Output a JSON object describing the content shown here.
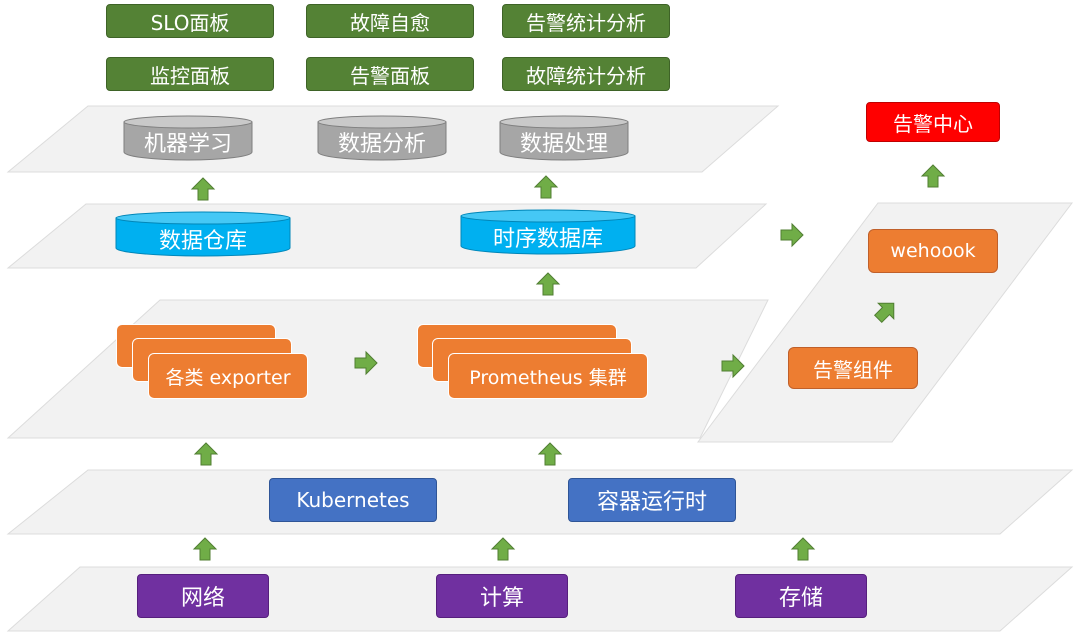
{
  "top_row1": [
    "SLO面板",
    "故障自愈",
    "告警统计分析"
  ],
  "top_row2": [
    "监控面板",
    "告警面板",
    "故障统计分析"
  ],
  "analysis_layer": [
    "机器学习",
    "数据分析",
    "数据处理"
  ],
  "storage_layer": [
    "数据仓库",
    "时序数据库"
  ],
  "collection_layer": {
    "exporter": "各类 exporter",
    "prometheus": "Prometheus 集群"
  },
  "alert_path": {
    "component": "告警组件",
    "webhook": "wehoook",
    "center": "告警中心"
  },
  "platform_layer": [
    "Kubernetes",
    "容器运行时"
  ],
  "infra_layer": [
    "网络",
    "计算",
    "存储"
  ],
  "colors": {
    "layer": "#f2f2f2",
    "green": "#548235",
    "orange": "#ed7d31",
    "blue": "#4472c4",
    "purple": "#7030a0",
    "red": "#ff0000",
    "cyan": "#00b0f0",
    "gray": "#a6a6a6",
    "arrow": "#70ad47"
  }
}
